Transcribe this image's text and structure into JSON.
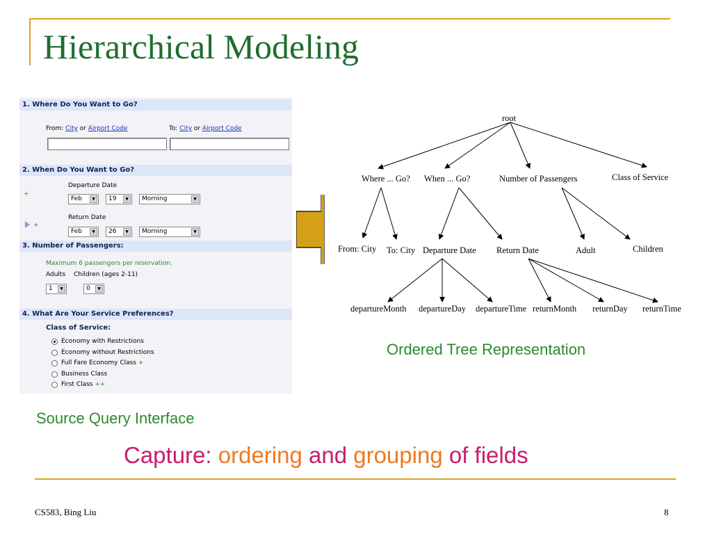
{
  "slide": {
    "title": "Hierarchical Modeling",
    "footer_left": "CS583, Bing Liu",
    "page_number": "8",
    "caption_form": "Source Query Interface",
    "caption_tree": "Ordered Tree Representation",
    "capture": {
      "part1": "Capture: ",
      "part2": "ordering",
      "part3": " and ",
      "part4": "grouping",
      "part5": " of fields"
    }
  },
  "form": {
    "section1": {
      "header": "1. Where Do You Want to Go?",
      "from_label": "From: ",
      "from_link1": "City",
      "or1": " or ",
      "from_link2": "Airport Code",
      "to_label": "To: ",
      "to_link1": "City",
      "or2": " or ",
      "to_link2": "Airport Code"
    },
    "section2": {
      "header": "2. When Do You Want to Go?",
      "departure_label": "Departure Date",
      "dep_month": "Feb",
      "dep_day": "19",
      "dep_time": "Morning",
      "return_label": "Return Date",
      "ret_month": "Feb",
      "ret_day": "26",
      "ret_time": "Morning",
      "plus1": "+",
      "plus2": "+"
    },
    "section3": {
      "header": "3. Number of Passengers:",
      "note": "Maximum 6 passengers per reservation.",
      "adults_label": "Adults",
      "children_label": "Children (ages 2-11)",
      "adults_value": "1",
      "children_value": "0"
    },
    "section4": {
      "header": "4. What Are Your Service Preferences?",
      "class_label": "Class of Service:",
      "options": [
        {
          "label": "Economy with Restrictions",
          "suffix": ""
        },
        {
          "label": "Economy without Restrictions",
          "suffix": ""
        },
        {
          "label": "Full Fare Economy Class ",
          "suffix": "+"
        },
        {
          "label": "Business Class",
          "suffix": ""
        },
        {
          "label": "First Class ",
          "suffix": "++"
        }
      ],
      "selected_index": 0
    }
  },
  "tree": {
    "root": "root",
    "level1": [
      "Where ... Go?",
      "When ... Go?",
      "Number of Passengers",
      "Class of Service"
    ],
    "level2": [
      "From: City",
      "To: City",
      "Departure Date",
      "Return Date",
      "Adult",
      "Children"
    ],
    "level3": [
      "departureMonth",
      "departureDay",
      "departureTime",
      "returnMonth",
      "returnDay",
      "returnTime"
    ]
  },
  "colors": {
    "title_green": "#1f6d2f",
    "caption_green": "#2b8a2b",
    "accent_rule": "#e0a020",
    "magenta": "#c81c6c",
    "orange": "#f07820",
    "arrow_fill": "#d4a017"
  }
}
